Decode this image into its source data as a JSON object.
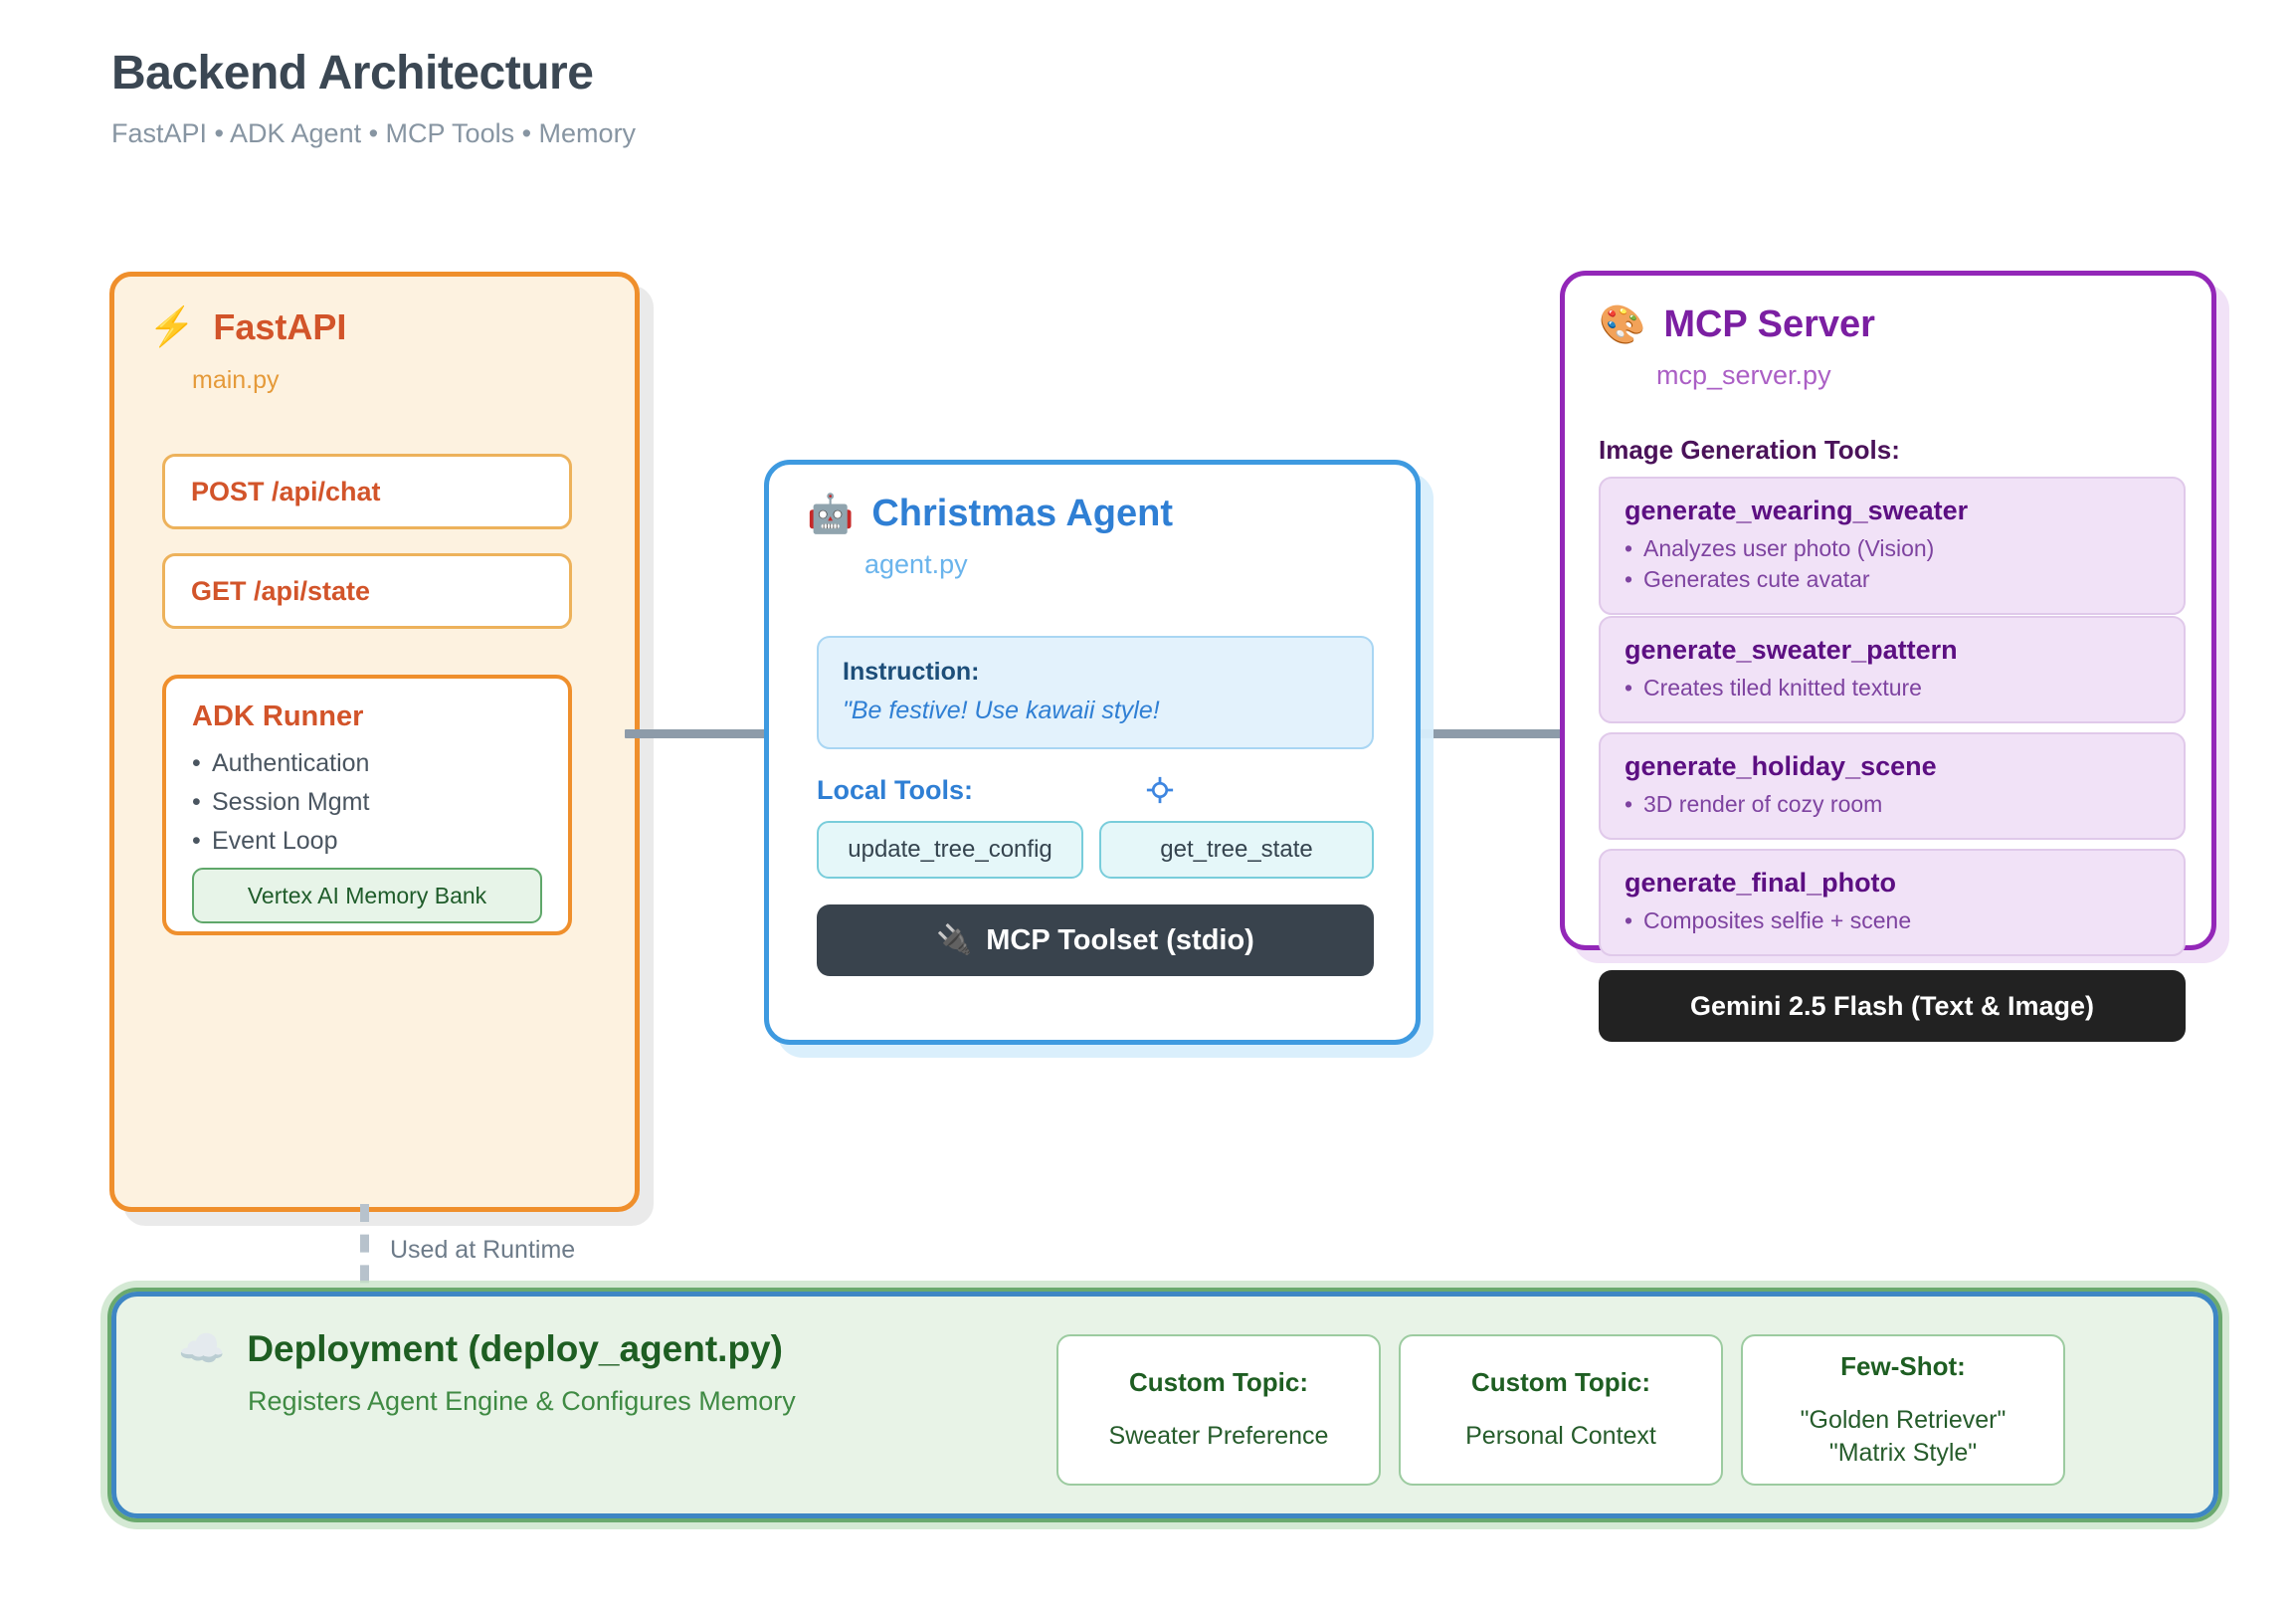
{
  "header": {
    "title": "Backend Architecture",
    "subtitle": "FastAPI • ADK Agent • MCP Tools • Memory"
  },
  "fastapi": {
    "icon": "lightning-bolt-icon",
    "icon_glyph": "⚡",
    "title": "FastAPI",
    "file": "main.py",
    "accent_color": "#ef8f2c",
    "endpoints": [
      {
        "label": "POST /api/chat"
      },
      {
        "label": "GET /api/state"
      }
    ],
    "runner": {
      "title": "ADK Runner",
      "items": [
        {
          "label": "Authentication"
        },
        {
          "label": "Session Mgmt"
        },
        {
          "label": "Event Loop"
        }
      ],
      "memory_bank": "Vertex AI Memory Bank"
    }
  },
  "agent": {
    "icon": "robot-icon",
    "icon_glyph": "🤖",
    "title": "Christmas Agent",
    "file": "agent.py",
    "accent_color": "#3e9ae0",
    "instruction_label": "Instruction:",
    "instruction_text": "\"Be festive! Use kawaii style!",
    "local_tools_label": "Local Tools:",
    "local_tools": [
      {
        "label": "update_tree_config"
      },
      {
        "label": "get_tree_state"
      }
    ],
    "toolset": {
      "icon": "plug-icon",
      "icon_glyph": "🔌",
      "label": "MCP Toolset (stdio)"
    }
  },
  "mcp_server": {
    "icon": "palette-icon",
    "icon_glyph": "🎨",
    "title": "MCP Server",
    "file": "mcp_server.py",
    "accent_color": "#9327b8",
    "tools_label": "Image Generation Tools:",
    "tools": [
      {
        "name": "generate_wearing_sweater",
        "bullets": [
          "Analyzes user photo (Vision)",
          "Generates cute avatar"
        ]
      },
      {
        "name": "generate_sweater_pattern",
        "bullets": [
          "Creates tiled knitted texture"
        ]
      },
      {
        "name": "generate_holiday_scene",
        "bullets": [
          "3D render of cozy room"
        ]
      },
      {
        "name": "generate_final_photo",
        "bullets": [
          "Composites selfie + scene"
        ]
      }
    ],
    "model_badge": "Gemini 2.5 Flash (Text & Image)"
  },
  "connectors": {
    "runtime_label": "Used at Runtime",
    "line_color": "#8d9ba9"
  },
  "deployment": {
    "icon": "cloud-icon",
    "icon_glyph": "☁️",
    "title": "Deployment (deploy_agent.py)",
    "subtitle": "Registers Agent Engine & Configures Memory",
    "accent_color": "#6aa96e",
    "cards": [
      {
        "title": "Custom Topic:",
        "value": "Sweater Preference"
      },
      {
        "title": "Custom Topic:",
        "value": "Personal Context"
      },
      {
        "title": "Few-Shot:",
        "value": "\"Golden Retriever\"\n\"Matrix Style\""
      }
    ]
  }
}
